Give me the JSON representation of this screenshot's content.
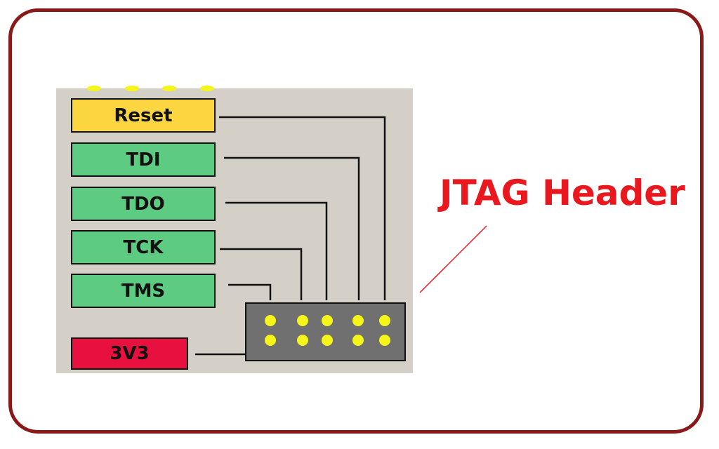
{
  "title": "JTAG Header",
  "pins": [
    {
      "key": "reset",
      "label": "Reset",
      "color": "#fcd640"
    },
    {
      "key": "tdi",
      "label": "TDI",
      "color": "#5ecb82"
    },
    {
      "key": "tdo",
      "label": "TDO",
      "color": "#5ecb82"
    },
    {
      "key": "tck",
      "label": "TCK",
      "color": "#5ecb82"
    },
    {
      "key": "tms",
      "label": "TMS",
      "color": "#5ecb82"
    },
    {
      "key": "3v3",
      "label": "3V3",
      "color": "#e8103e"
    }
  ],
  "colors": {
    "frame": "#8a1a1a",
    "panel": "#d4d0c8",
    "header_body": "#707070",
    "header_pin": "#f5f51a",
    "title": "#e8181e"
  },
  "header_pin_rows": 2,
  "header_pin_cols": 5
}
